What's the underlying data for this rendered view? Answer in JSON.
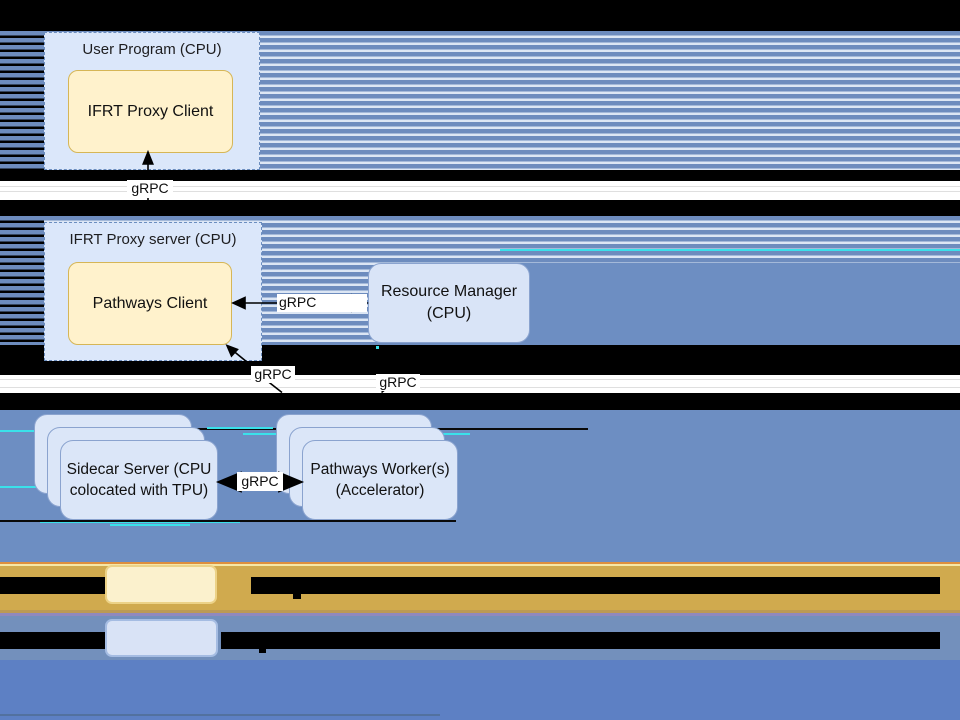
{
  "diagram": {
    "user_program": {
      "title": "User Program (CPU)",
      "child_label": "IFRT Proxy Client"
    },
    "proxy_server": {
      "title": "IFRT Proxy server (CPU)",
      "child_label": "Pathways Client"
    },
    "resource_manager": {
      "line1": "Resource Manager",
      "line2": "(CPU)"
    },
    "sidecar_stack": {
      "line1": "Sidecar Server (CPU",
      "line2": "colocated with TPU)"
    },
    "worker_stack": {
      "line1": "Pathways Worker(s)",
      "line2": "(Accelerator)"
    },
    "edge_labels": {
      "client_proxy": "gRPC",
      "client_rm": "gRPC",
      "workers_client": "gRPC",
      "rm_workers": "gRPC",
      "sidecar_workers": "gRPC"
    }
  },
  "legend": {
    "items": [
      {
        "swatch": "#fff2cc",
        "label": ""
      },
      {
        "swatch": "#d9e3f5",
        "label": ""
      }
    ]
  },
  "colors": {
    "stripe_blue": "#6d8cbe",
    "stripe_light": "#dce6f4",
    "solid_blue": "#6d8ec2",
    "muted_blue": "#7390bc",
    "periwinkle_blue": "#5d80c4",
    "gold_band": "#d0aa4e",
    "container_fill": "#dbe7fa",
    "container_border": "#6c8ebf",
    "node_yellow_fill": "#fff2cc",
    "node_yellow_border": "#d6b656",
    "node_blue_fill": "#d9e4f7",
    "node_blue_border": "#8aa3cf",
    "artifact_cyan": "#3ae1ea"
  }
}
